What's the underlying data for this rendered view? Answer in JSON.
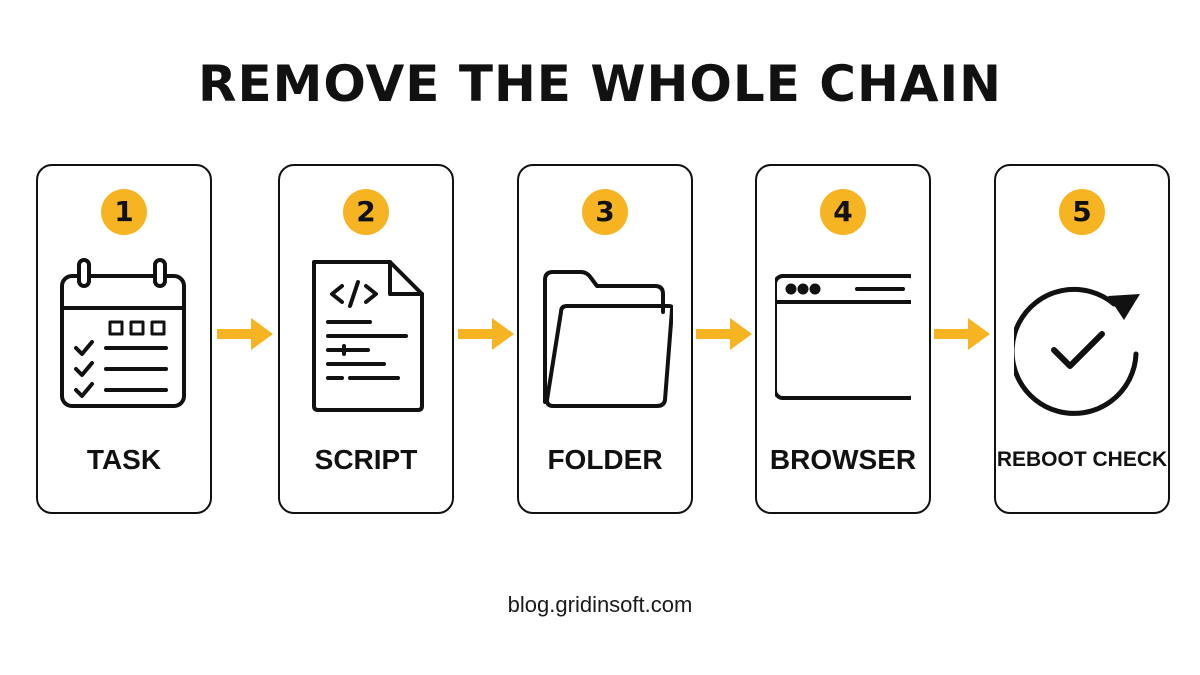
{
  "title": "REMOVE THE WHOLE CHAIN",
  "steps": [
    {
      "number": "1",
      "label": "TASK",
      "icon": "calendar-checklist-icon"
    },
    {
      "number": "2",
      "label": "SCRIPT",
      "icon": "code-file-icon"
    },
    {
      "number": "3",
      "label": "FOLDER",
      "icon": "folder-icon"
    },
    {
      "number": "4",
      "label": "BROWSER",
      "icon": "browser-window-icon"
    },
    {
      "number": "5",
      "label": "REBOOT CHECK",
      "icon": "reboot-check-icon"
    }
  ],
  "footer": "blog.gridinsoft.com",
  "colors": {
    "accent": "#f6b422",
    "stroke": "#111111",
    "background": "#ffffff"
  }
}
